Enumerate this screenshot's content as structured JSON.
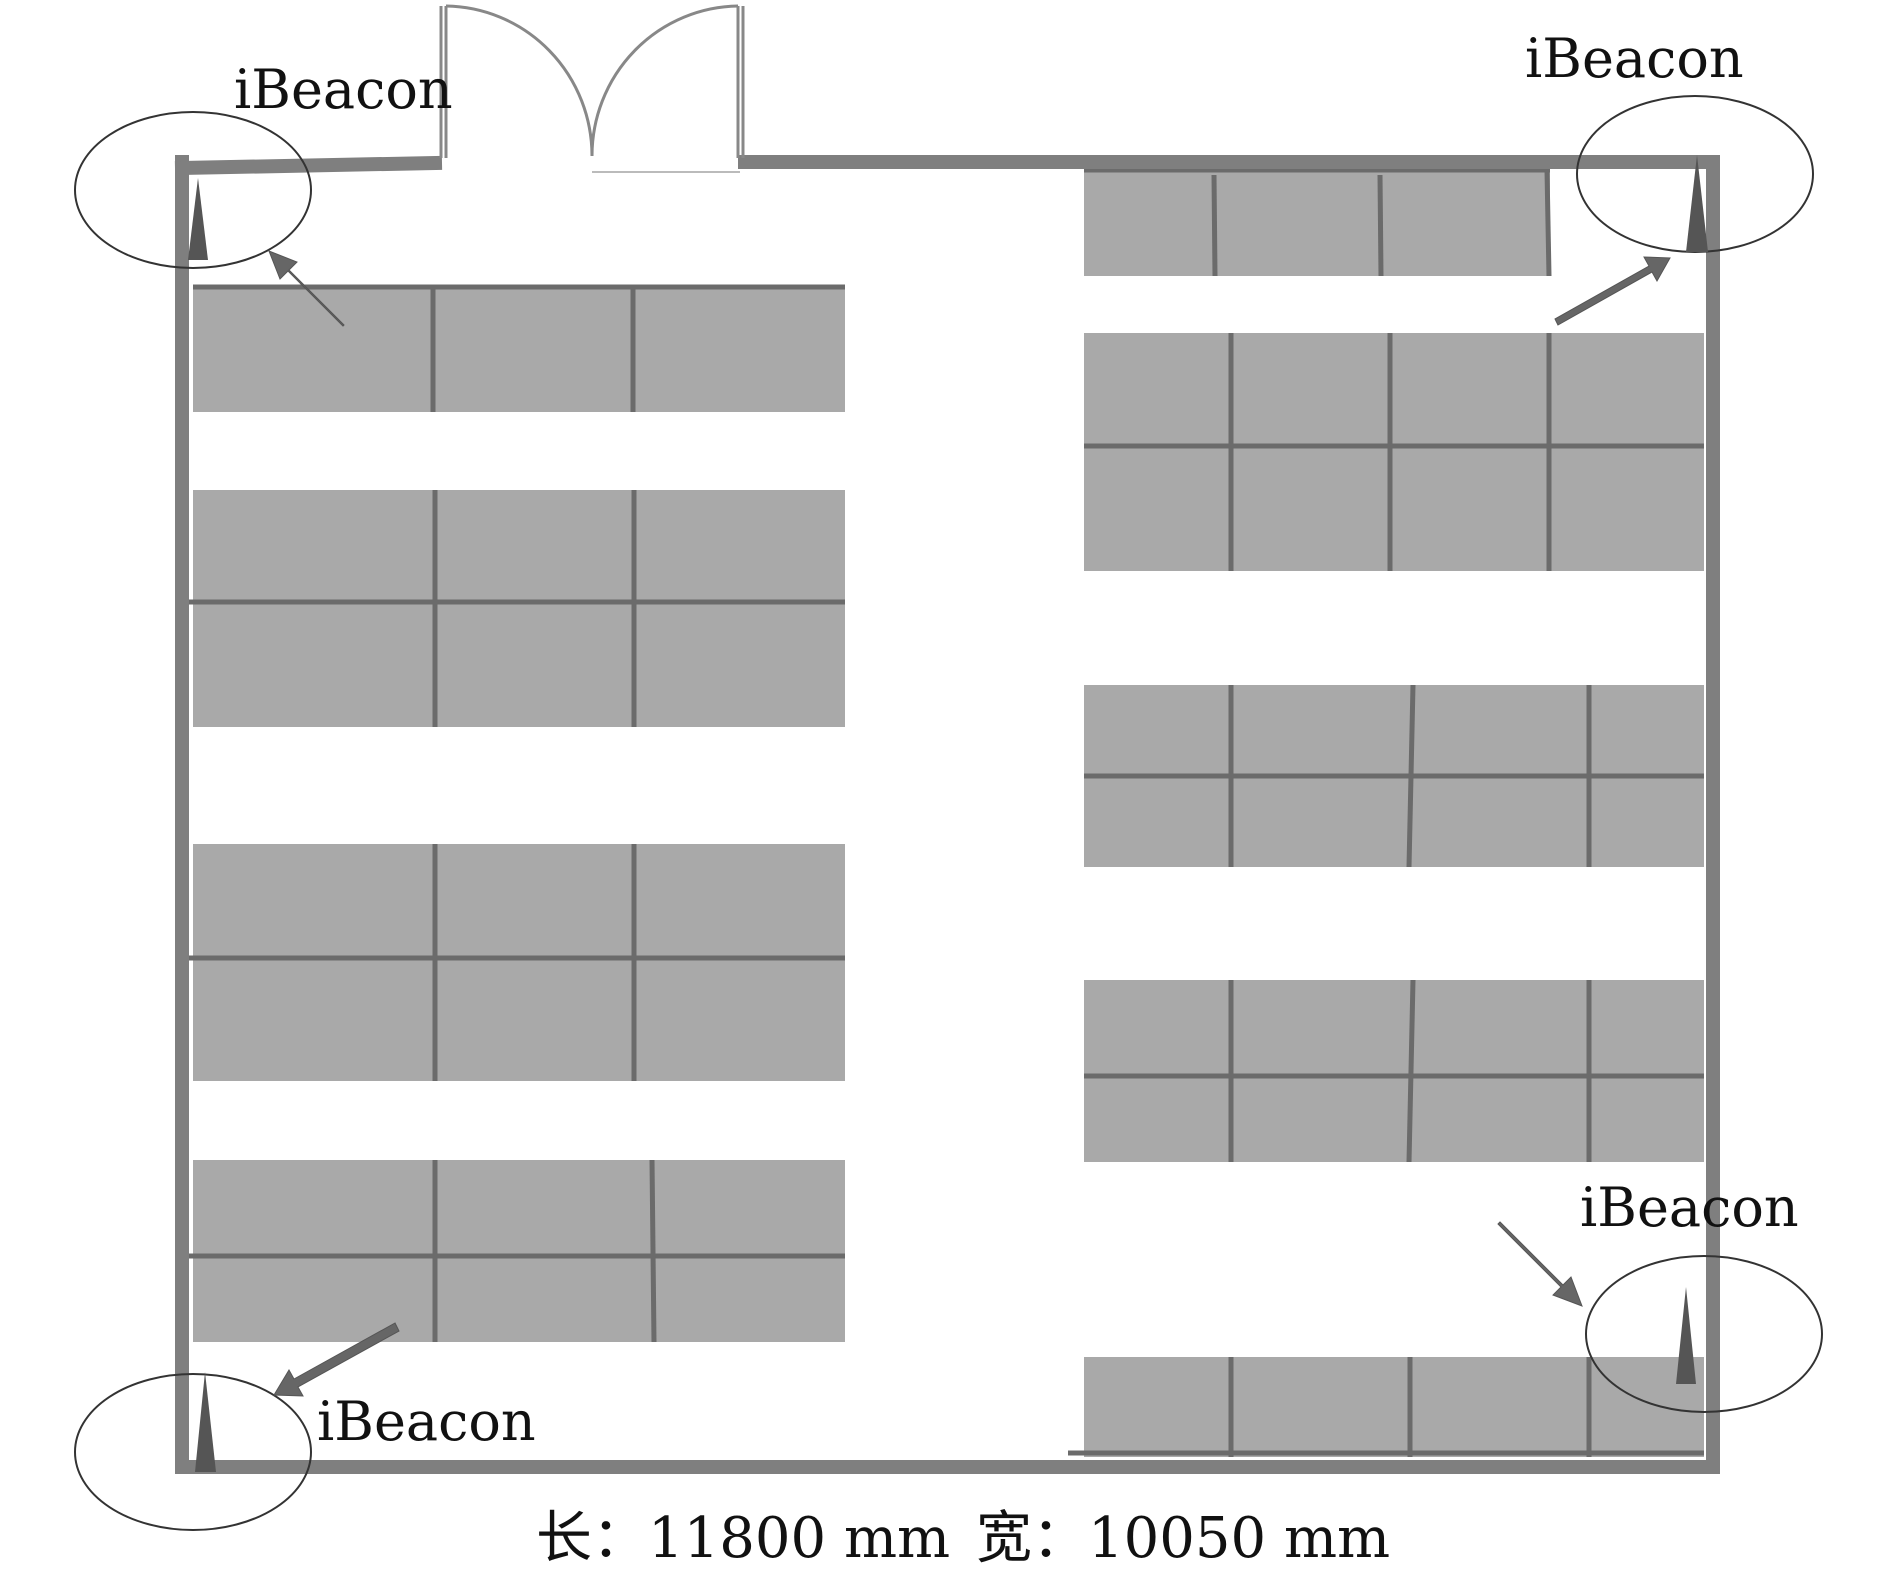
{
  "floor_plan": {
    "beacons": [
      {
        "id": "top-left",
        "label": "iBeacon"
      },
      {
        "id": "top-right",
        "label": "iBeacon"
      },
      {
        "id": "bottom-right",
        "label": "iBeacon"
      },
      {
        "id": "bottom-left",
        "label": "iBeacon"
      }
    ],
    "dimensions": {
      "length": "长：11800 mm",
      "width": "宽：10050 mm"
    },
    "colors": {
      "wall": "#7f7f7f",
      "shelf": "#a9a9a9",
      "divider": "#6b6b6b",
      "arrow": "#666666",
      "background": "#ffffff"
    }
  }
}
